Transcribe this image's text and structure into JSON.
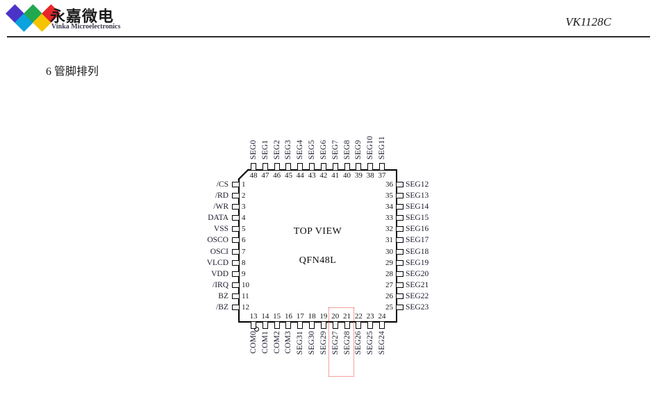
{
  "header": {
    "company_cn": "永嘉微电",
    "company_en": "Vinka Microelectronics",
    "doc_title": "VK1128C",
    "logo_colors": [
      "#4b33c8",
      "#0aa3dd",
      "#22a84f",
      "#f5c400",
      "#e8262a"
    ]
  },
  "section": {
    "heading": "6  管脚排列"
  },
  "diagram": {
    "center_line1": "TOP VIEW",
    "center_line2": "QFN48L",
    "package": "QFN48L",
    "highlight_color": "#e8423f",
    "top": {
      "numbers": [
        "48",
        "47",
        "46",
        "45",
        "44",
        "43",
        "42",
        "41",
        "40",
        "39",
        "38",
        "37"
      ],
      "labels": [
        "SEG0",
        "SEG1",
        "SEG2",
        "SEG3",
        "SEG4",
        "SEG5",
        "SEG6",
        "SEG7",
        "SEG8",
        "SEG9",
        "SEG10",
        "SEG11"
      ]
    },
    "left": {
      "numbers": [
        "1",
        "2",
        "3",
        "4",
        "5",
        "6",
        "7",
        "8",
        "9",
        "10",
        "11",
        "12"
      ],
      "labels": [
        "/CS",
        "/RD",
        "/WR",
        "DATA",
        "VSS",
        "OSCO",
        "OSCI",
        "VLCD",
        "VDD",
        "/IRQ",
        "BZ",
        "/BZ"
      ]
    },
    "bottom": {
      "numbers": [
        "13",
        "14",
        "15",
        "16",
        "17",
        "18",
        "19",
        "20",
        "21",
        "22",
        "23",
        "24"
      ],
      "labels": [
        "COM0",
        "COM1",
        "COM2",
        "COM3",
        "SEG31",
        "SEG30",
        "SEG29",
        "SEG27",
        "SEG28",
        "SEG26",
        "SEG25",
        "SEG24"
      ]
    },
    "right": {
      "numbers": [
        "36",
        "35",
        "34",
        "33",
        "32",
        "31",
        "30",
        "29",
        "28",
        "27",
        "26",
        "25"
      ],
      "labels": [
        "SEG12",
        "SEG13",
        "SEG14",
        "SEG15",
        "SEG16",
        "SEG17",
        "SEG18",
        "SEG19",
        "SEG20",
        "SEG21",
        "SEG22",
        "SEG23"
      ]
    }
  }
}
